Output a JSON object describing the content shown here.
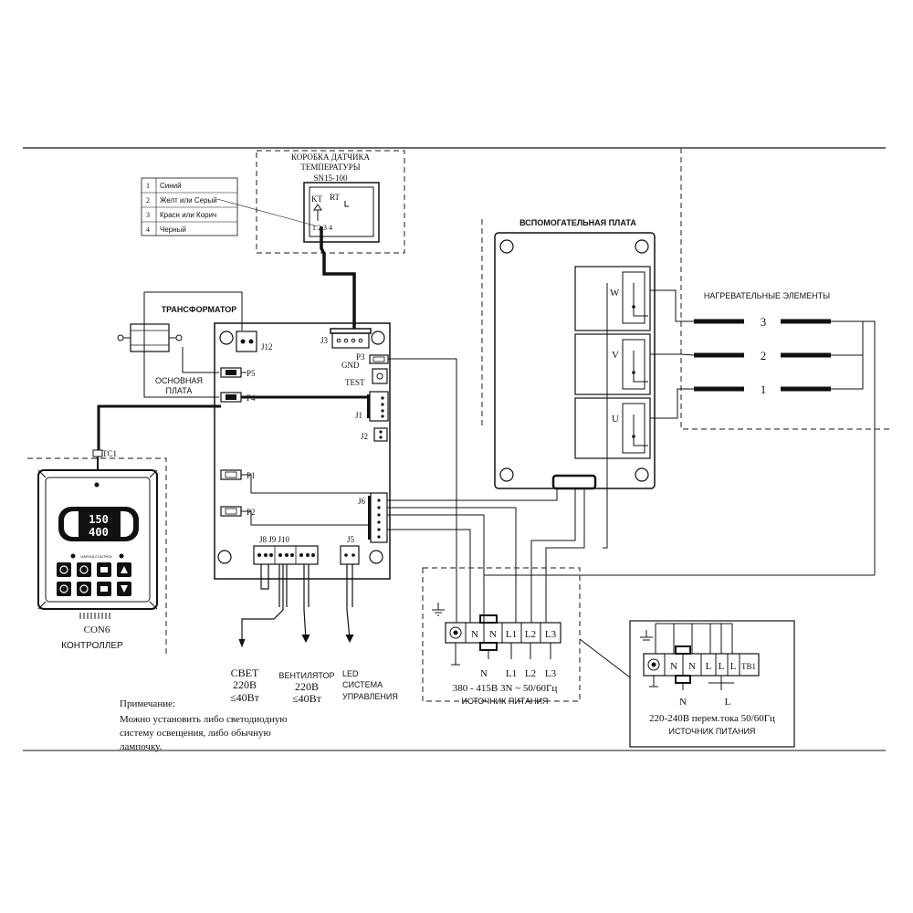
{
  "colors": {
    "line": "#111111",
    "dash": "#444444",
    "wire": "#222222",
    "background": "#ffffff"
  },
  "sensor_box": {
    "title_line1": "КОРОБКА ДАТЧИКА",
    "title_line2": "ТЕМПЕРАТУРЫ",
    "model": "SN15-100",
    "kt": "KT",
    "rt": "RT",
    "pins": "1 2 3 4"
  },
  "wire_legend": [
    {
      "num": "1",
      "name": "Синий"
    },
    {
      "num": "2",
      "name": "Желт или Серый"
    },
    {
      "num": "3",
      "name": "Красн или Корич"
    },
    {
      "num": "4",
      "name": "Черный"
    }
  ],
  "aux_board": {
    "title": "ВСПОМОГАТЕЛЬНАЯ ПЛАТА",
    "relays": [
      "W",
      "V",
      "U"
    ]
  },
  "heaters": {
    "title": "НАГРЕВАТЕЛЬНЫЕ ЭЛЕМЕНТЫ",
    "numbers": [
      "3",
      "2",
      "1"
    ]
  },
  "transformer": {
    "label": "ТРАНСФОРМАТОР"
  },
  "main_board": {
    "label_line1": "ОСНОВНАЯ",
    "label_line2": "ПЛАТА",
    "connectors": {
      "j12": "J12",
      "j3": "J3",
      "p3": "P3",
      "gnd": "GND",
      "test": "TEST",
      "j1": "J1",
      "j2": "J2",
      "p5": "P5",
      "p4": "P4",
      "p1": "P1",
      "p2": "P2",
      "j6": "J6",
      "j8j9j10": "J8 J9 J10",
      "j5": "J5"
    }
  },
  "controller": {
    "tc1": "TC1",
    "display_top": "150",
    "display_bottom": "400",
    "con6": "CON6",
    "label": "КОНТРОЛЛЕР",
    "brand": "HARVIA CONTROL"
  },
  "outputs": {
    "light": {
      "line1": "СВЕТ",
      "line2": "220В",
      "line3": "≤40Вт"
    },
    "fan": {
      "line1": "ВЕНТИЛЯТОР",
      "line2": "220В",
      "line3": "≤40Вт"
    },
    "led": {
      "line1": "LED",
      "line2": "СИСТЕМА",
      "line3": "УПРАВЛЕНИЯ"
    }
  },
  "supply_3ph": {
    "terminals": [
      "N",
      "N",
      "L1",
      "L2",
      "L3"
    ],
    "under_n": "N",
    "under_l": [
      "L1",
      "L2",
      "L3"
    ],
    "spec": "380 - 415В 3N ~ 50/60Гц",
    "label": "ИСТОЧНИК ПИТАНИЯ"
  },
  "supply_1ph": {
    "terminals": [
      "N",
      "N",
      "L",
      "L",
      "L",
      "TB1"
    ],
    "under_n": "N",
    "under_l": "L",
    "spec": "220-240В перем.тока 50/60Гц",
    "label": "ИСТОЧНИК ПИТАНИЯ"
  },
  "note": {
    "title": "Примечание:",
    "line1": "Можно установить либо светодиодную",
    "line2": "систему освещения, либо обычную",
    "line3": "лампочку."
  }
}
